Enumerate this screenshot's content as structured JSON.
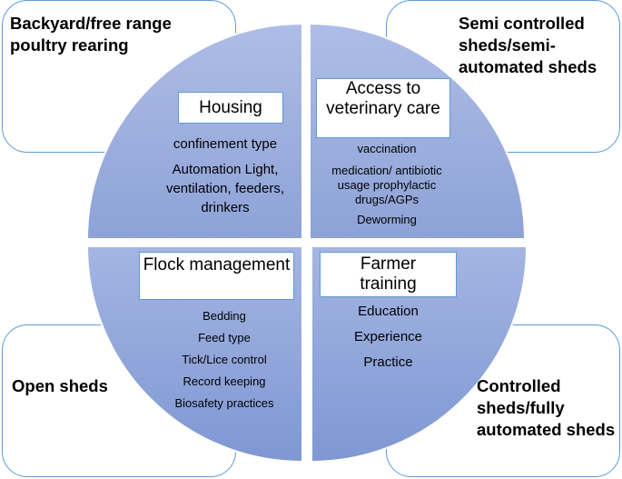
{
  "corners": {
    "top_left": "Backyard/free range poultry rearing",
    "top_right": "Semi controlled sheds/semi-automated sheds",
    "bottom_left": "Open sheds",
    "bottom_right": "Controlled sheds/fully automated sheds"
  },
  "quadrants": {
    "housing": {
      "title": "Housing",
      "items": [
        "confinement type",
        "Automation Light, ventilation, feeders, drinkers"
      ]
    },
    "veterinary": {
      "title": "Access to veterinary care",
      "items": [
        "vaccination",
        "medication/ antibiotic usage prophylactic drugs/AGPs",
        "Deworming"
      ]
    },
    "flock": {
      "title": "Flock management",
      "items": [
        "Bedding",
        "Feed type",
        "Tick/Lice control",
        "Record keeping",
        "Biosafety practices"
      ]
    },
    "training": {
      "title": "Farmer training",
      "items": [
        "Education",
        "Experience",
        "Practice"
      ]
    }
  },
  "colors": {
    "corner_border": "#5b9bd5",
    "quadrant_light": "#a8b8e3",
    "quadrant_dark": "#7f97d3",
    "quadrant_border": "#8fa3d8"
  }
}
